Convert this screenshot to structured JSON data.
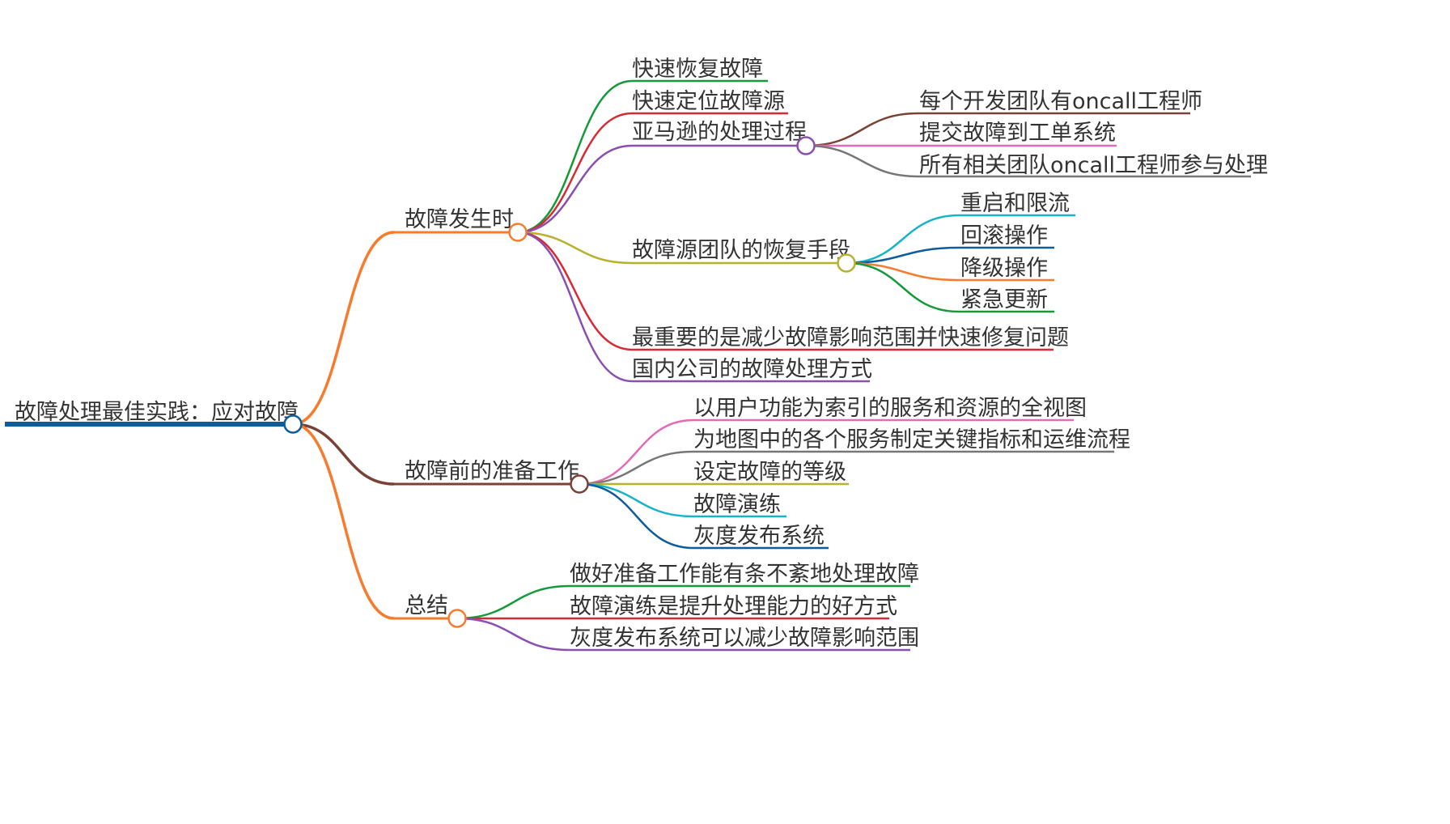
{
  "root": {
    "label": "故障处理最佳实践：应对故障",
    "color": "#0f5c9a"
  },
  "branches": [
    {
      "label": "故障发生时",
      "color": "#f57c2e",
      "children": [
        {
          "label": "快速恢复故障",
          "color": "#159a3a"
        },
        {
          "label": "快速定位故障源",
          "color": "#d62b36"
        },
        {
          "label": "亚马逊的处理过程",
          "color": "#8a4fb0",
          "children": [
            {
              "label": "每个开发团队有oncall工程师",
              "color": "#7a4236"
            },
            {
              "label": "提交故障到工单系统",
              "color": "#e26bb5"
            },
            {
              "label": "所有相关团队oncall工程师参与处理",
              "color": "#777777"
            }
          ]
        },
        {
          "label": "故障源团队的恢复手段",
          "color": "#b6b22e",
          "children": [
            {
              "label": "重启和限流",
              "color": "#17b4c9"
            },
            {
              "label": "回滚操作",
              "color": "#0f5c9a"
            },
            {
              "label": "降级操作",
              "color": "#f57c2e"
            },
            {
              "label": "紧急更新",
              "color": "#159a3a"
            }
          ]
        },
        {
          "label": "最重要的是减少故障影响范围并快速修复问题",
          "color": "#d62b36"
        },
        {
          "label": "国内公司的故障处理方式",
          "color": "#8a4fb0"
        }
      ]
    },
    {
      "label": "故障前的准备工作",
      "color": "#7a4236",
      "children": [
        {
          "label": "以用户功能为索引的服务和资源的全视图",
          "color": "#e26bb5"
        },
        {
          "label": "为地图中的各个服务制定关键指标和运维流程",
          "color": "#777777"
        },
        {
          "label": "设定故障的等级",
          "color": "#b6b22e"
        },
        {
          "label": "故障演练",
          "color": "#17b4c9"
        },
        {
          "label": "灰度发布系统",
          "color": "#0f5c9a"
        }
      ]
    },
    {
      "label": "总结",
      "color": "#f57c2e",
      "children": [
        {
          "label": "做好准备工作能有条不紊地处理故障",
          "color": "#159a3a"
        },
        {
          "label": "故障演练是提升处理能力的好方式",
          "color": "#d62b36"
        },
        {
          "label": "灰度发布系统可以减少故障影响范围",
          "color": "#8a4fb0"
        }
      ]
    }
  ]
}
